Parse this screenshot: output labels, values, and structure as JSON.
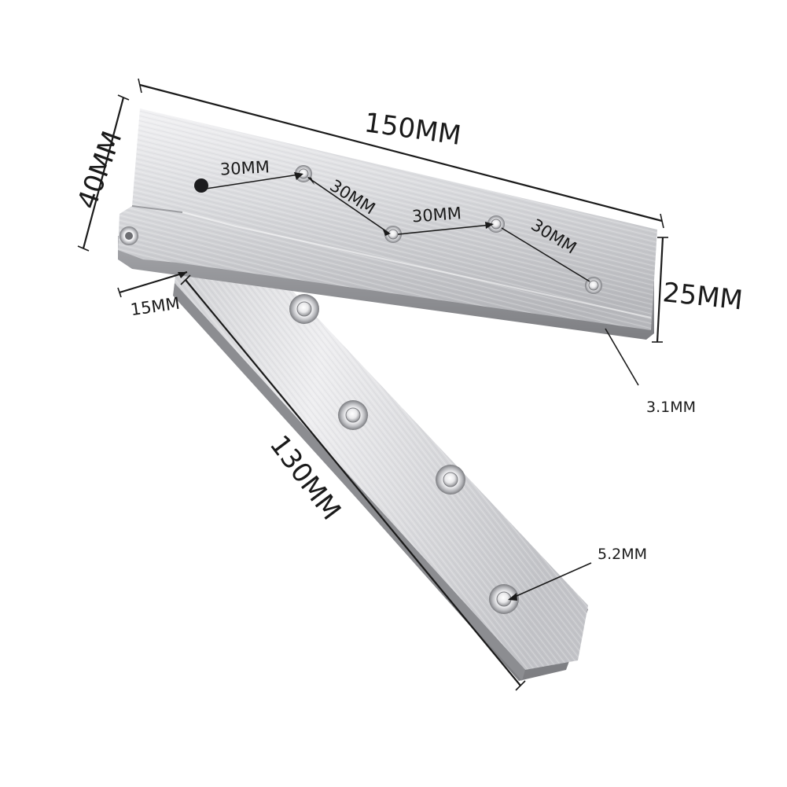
{
  "diagram": {
    "subject": "folding-hinge-plate",
    "labels": {
      "total_length": "150MM",
      "total_width": "40MM",
      "plate_width": "25MM",
      "thickness": "3.1MM",
      "arm_length": "130MM",
      "offset": "15MM",
      "hole_diameter": "5.2MM",
      "hole_spacing_1": "30MM",
      "hole_spacing_2": "30MM",
      "hole_spacing_3": "30MM",
      "hole_spacing_4": "30MM"
    },
    "colors": {
      "metal_light": "#e6e6e8",
      "metal_mid": "#c8c9cc",
      "metal_dark": "#9a9b9f",
      "ink": "#1a1a1a"
    }
  }
}
